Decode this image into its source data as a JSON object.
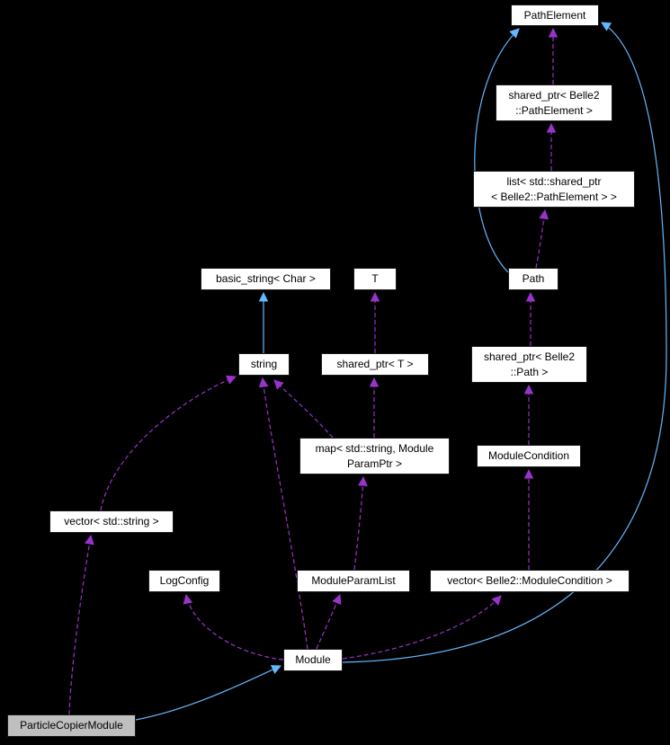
{
  "colors": {
    "background": "#000000",
    "node_fill": "#ffffff",
    "node_text": "#000000",
    "highlight_fill": "#bfbfbf",
    "inheritance_edge": "#63b8ff",
    "usage_edge": "#9a32cd"
  },
  "nodes": {
    "pathelement": {
      "label": "PathElement"
    },
    "shared_ptr_pathelement": {
      "label": "shared_ptr< Belle2\n::PathElement >"
    },
    "list_shared_ptr": {
      "label": "list< std::shared_ptr\n< Belle2::PathElement > >"
    },
    "basic_string": {
      "label": "basic_string< Char >"
    },
    "t": {
      "label": "T"
    },
    "path": {
      "label": "Path"
    },
    "string": {
      "label": "string"
    },
    "shared_ptr_t": {
      "label": "shared_ptr< T >"
    },
    "shared_ptr_path": {
      "label": "shared_ptr< Belle2\n::Path >"
    },
    "map_moduleparamptr": {
      "label": "map< std::string, Module\nParamPtr >"
    },
    "modulecondition": {
      "label": "ModuleCondition"
    },
    "vector_string": {
      "label": "vector< std::string >"
    },
    "logconfig": {
      "label": "LogConfig"
    },
    "moduleparamlist": {
      "label": "ModuleParamList"
    },
    "vector_modulecondition": {
      "label": "vector< Belle2::ModuleCondition >"
    },
    "module": {
      "label": "Module"
    },
    "particlecopiermodule": {
      "label": "ParticleCopierModule"
    }
  },
  "edges": [
    {
      "from": "shared_ptr_pathelement",
      "to": "pathelement",
      "type": "usage"
    },
    {
      "from": "list_shared_ptr",
      "to": "shared_ptr_pathelement",
      "type": "usage"
    },
    {
      "from": "path",
      "to": "list_shared_ptr",
      "type": "usage"
    },
    {
      "from": "shared_ptr_path",
      "to": "path",
      "type": "usage"
    },
    {
      "from": "modulecondition",
      "to": "shared_ptr_path",
      "type": "usage"
    },
    {
      "from": "vector_modulecondition",
      "to": "modulecondition",
      "type": "usage"
    },
    {
      "from": "module",
      "to": "vector_modulecondition",
      "type": "usage"
    },
    {
      "from": "shared_ptr_t",
      "to": "t",
      "type": "usage"
    },
    {
      "from": "map_moduleparamptr",
      "to": "shared_ptr_t",
      "type": "usage"
    },
    {
      "from": "map_moduleparamptr",
      "to": "string",
      "type": "usage"
    },
    {
      "from": "moduleparamlist",
      "to": "map_moduleparamptr",
      "type": "usage"
    },
    {
      "from": "module",
      "to": "moduleparamlist",
      "type": "usage"
    },
    {
      "from": "module",
      "to": "logconfig",
      "type": "usage"
    },
    {
      "from": "module",
      "to": "string",
      "type": "usage"
    },
    {
      "from": "vector_string",
      "to": "string",
      "type": "usage"
    },
    {
      "from": "particlecopiermodule",
      "to": "vector_string",
      "type": "usage"
    },
    {
      "from": "string",
      "to": "basic_string",
      "type": "inheritance"
    },
    {
      "from": "path",
      "to": "pathelement",
      "type": "inheritance"
    },
    {
      "from": "module",
      "to": "pathelement",
      "type": "inheritance"
    },
    {
      "from": "particlecopiermodule",
      "to": "module",
      "type": "inheritance"
    }
  ]
}
